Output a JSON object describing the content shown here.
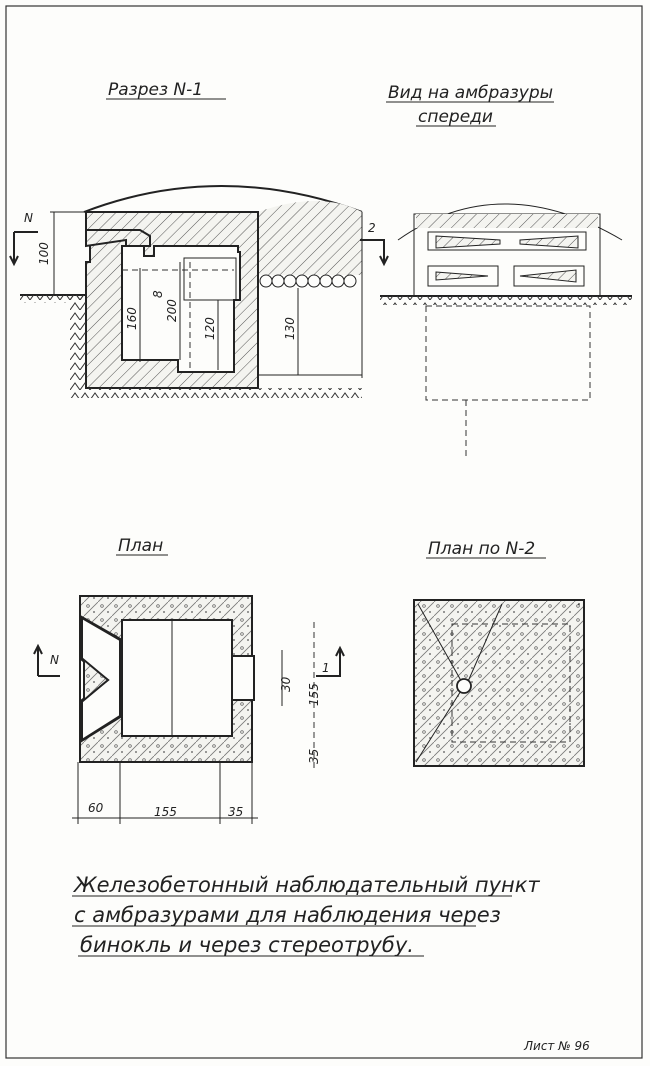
{
  "titles": {
    "section_1": "Разрез N-1",
    "front_view_line1": "Вид на амбразуры",
    "front_view_line2": "спереди",
    "plan": "План",
    "plan_2": "План по N-2"
  },
  "section_marks": {
    "n": "N",
    "two": "2",
    "one": "1"
  },
  "section_dims": {
    "d100": "100",
    "d8": "8",
    "d160": "160",
    "d200": "200",
    "d120": "120",
    "d130": "130"
  },
  "plan_dims": {
    "d30": "30",
    "d155v": "155",
    "d35v": "35",
    "d60": "60",
    "d155": "155",
    "d35": "35"
  },
  "caption": {
    "line1": "Железобетонный наблюдательный пункт",
    "line2": "с амбразурами для наблюдения через",
    "line3": "бинокль и через стереотрубу."
  },
  "sheet_number": "Лист № 96"
}
